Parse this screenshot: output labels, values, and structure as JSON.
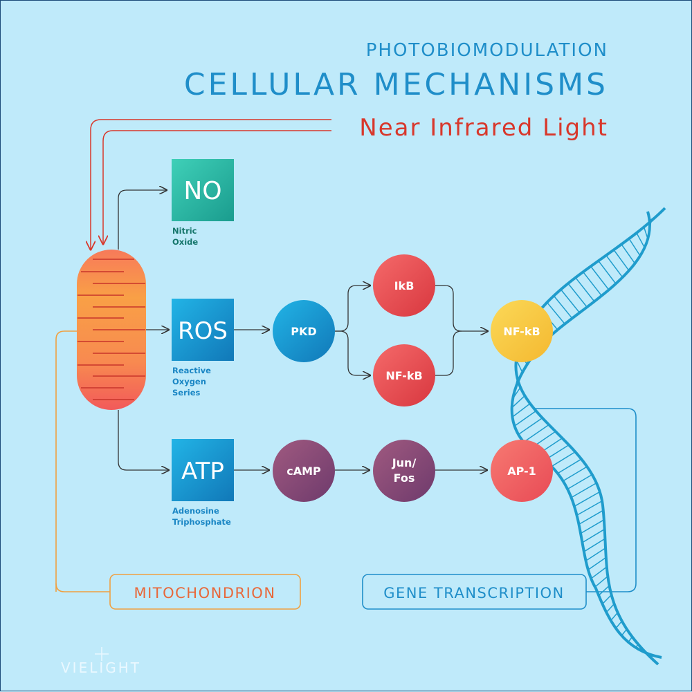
{
  "title": {
    "line1": "PHOTOBIOMODULATION",
    "line2": "CELLULAR MECHANISMS",
    "light": "Near Infrared Light"
  },
  "boxes": {
    "no": {
      "label": "NO",
      "caption": [
        "Nitric",
        "Oxide"
      ]
    },
    "ros": {
      "label": "ROS",
      "caption": [
        "Reactive",
        "Oxygen",
        "Series"
      ]
    },
    "atp": {
      "label": "ATP",
      "caption": [
        "Adenosine",
        "Triphosphate"
      ]
    }
  },
  "nodes": {
    "pkd": "PKD",
    "ikb": "IkB",
    "nfkb_red": "NF-kB",
    "nfkb_yellow": "NF-kB",
    "camp": "cAMP",
    "junfos": [
      "Jun/",
      "Fos"
    ],
    "ap1": "AP-1"
  },
  "labels": {
    "mitochondrion": "MITOCHONDRION",
    "gene_transcription": "GENE TRANSCRIPTION"
  },
  "logo": "VIELIGHT",
  "colors": {
    "background": "#bfeafa",
    "title_blue": "#1f8ec9",
    "red": "#d8372b",
    "orange": "#f0a040",
    "teal": "#2cc4a8",
    "blue": "#1aa0d8",
    "purple": "#8a4a78",
    "yellow": "#f7cf45",
    "coral": "#ef5a5a"
  }
}
